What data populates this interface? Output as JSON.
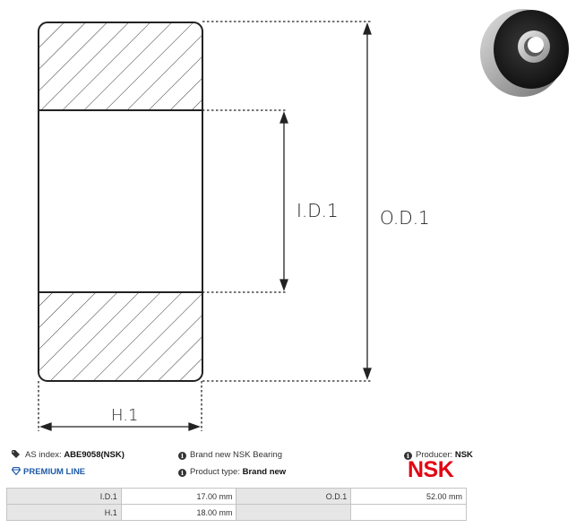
{
  "diagram": {
    "label_id": "I.D.1",
    "label_od": "O.D.1",
    "label_h": "H.1"
  },
  "photo": {
    "icon": "ball-bearing-photo",
    "seal_color": "#1c1c1c",
    "ring_color": "#bdbdbd"
  },
  "info": {
    "as_index_label": "AS index:",
    "as_index_value": "ABE9058(NSK)",
    "premium_line": "PREMIUM LINE",
    "brand_new": "Brand new NSK Bearing",
    "product_type_label": "Product type:",
    "product_type_value": "Brand new",
    "producer_label": "Producer:",
    "producer_value": "NSK",
    "brand_logo": "NSK"
  },
  "colors": {
    "premium": "#1e5aa8",
    "brand": "#e30613",
    "label_cell": "#e6e6e6"
  },
  "specs": [
    {
      "label": "I.D.1",
      "value": "17.00 mm",
      "label2": "O.D.1",
      "value2": "52.00 mm"
    },
    {
      "label": "H.1",
      "value": "18.00 mm",
      "label2": "",
      "value2": ""
    }
  ]
}
